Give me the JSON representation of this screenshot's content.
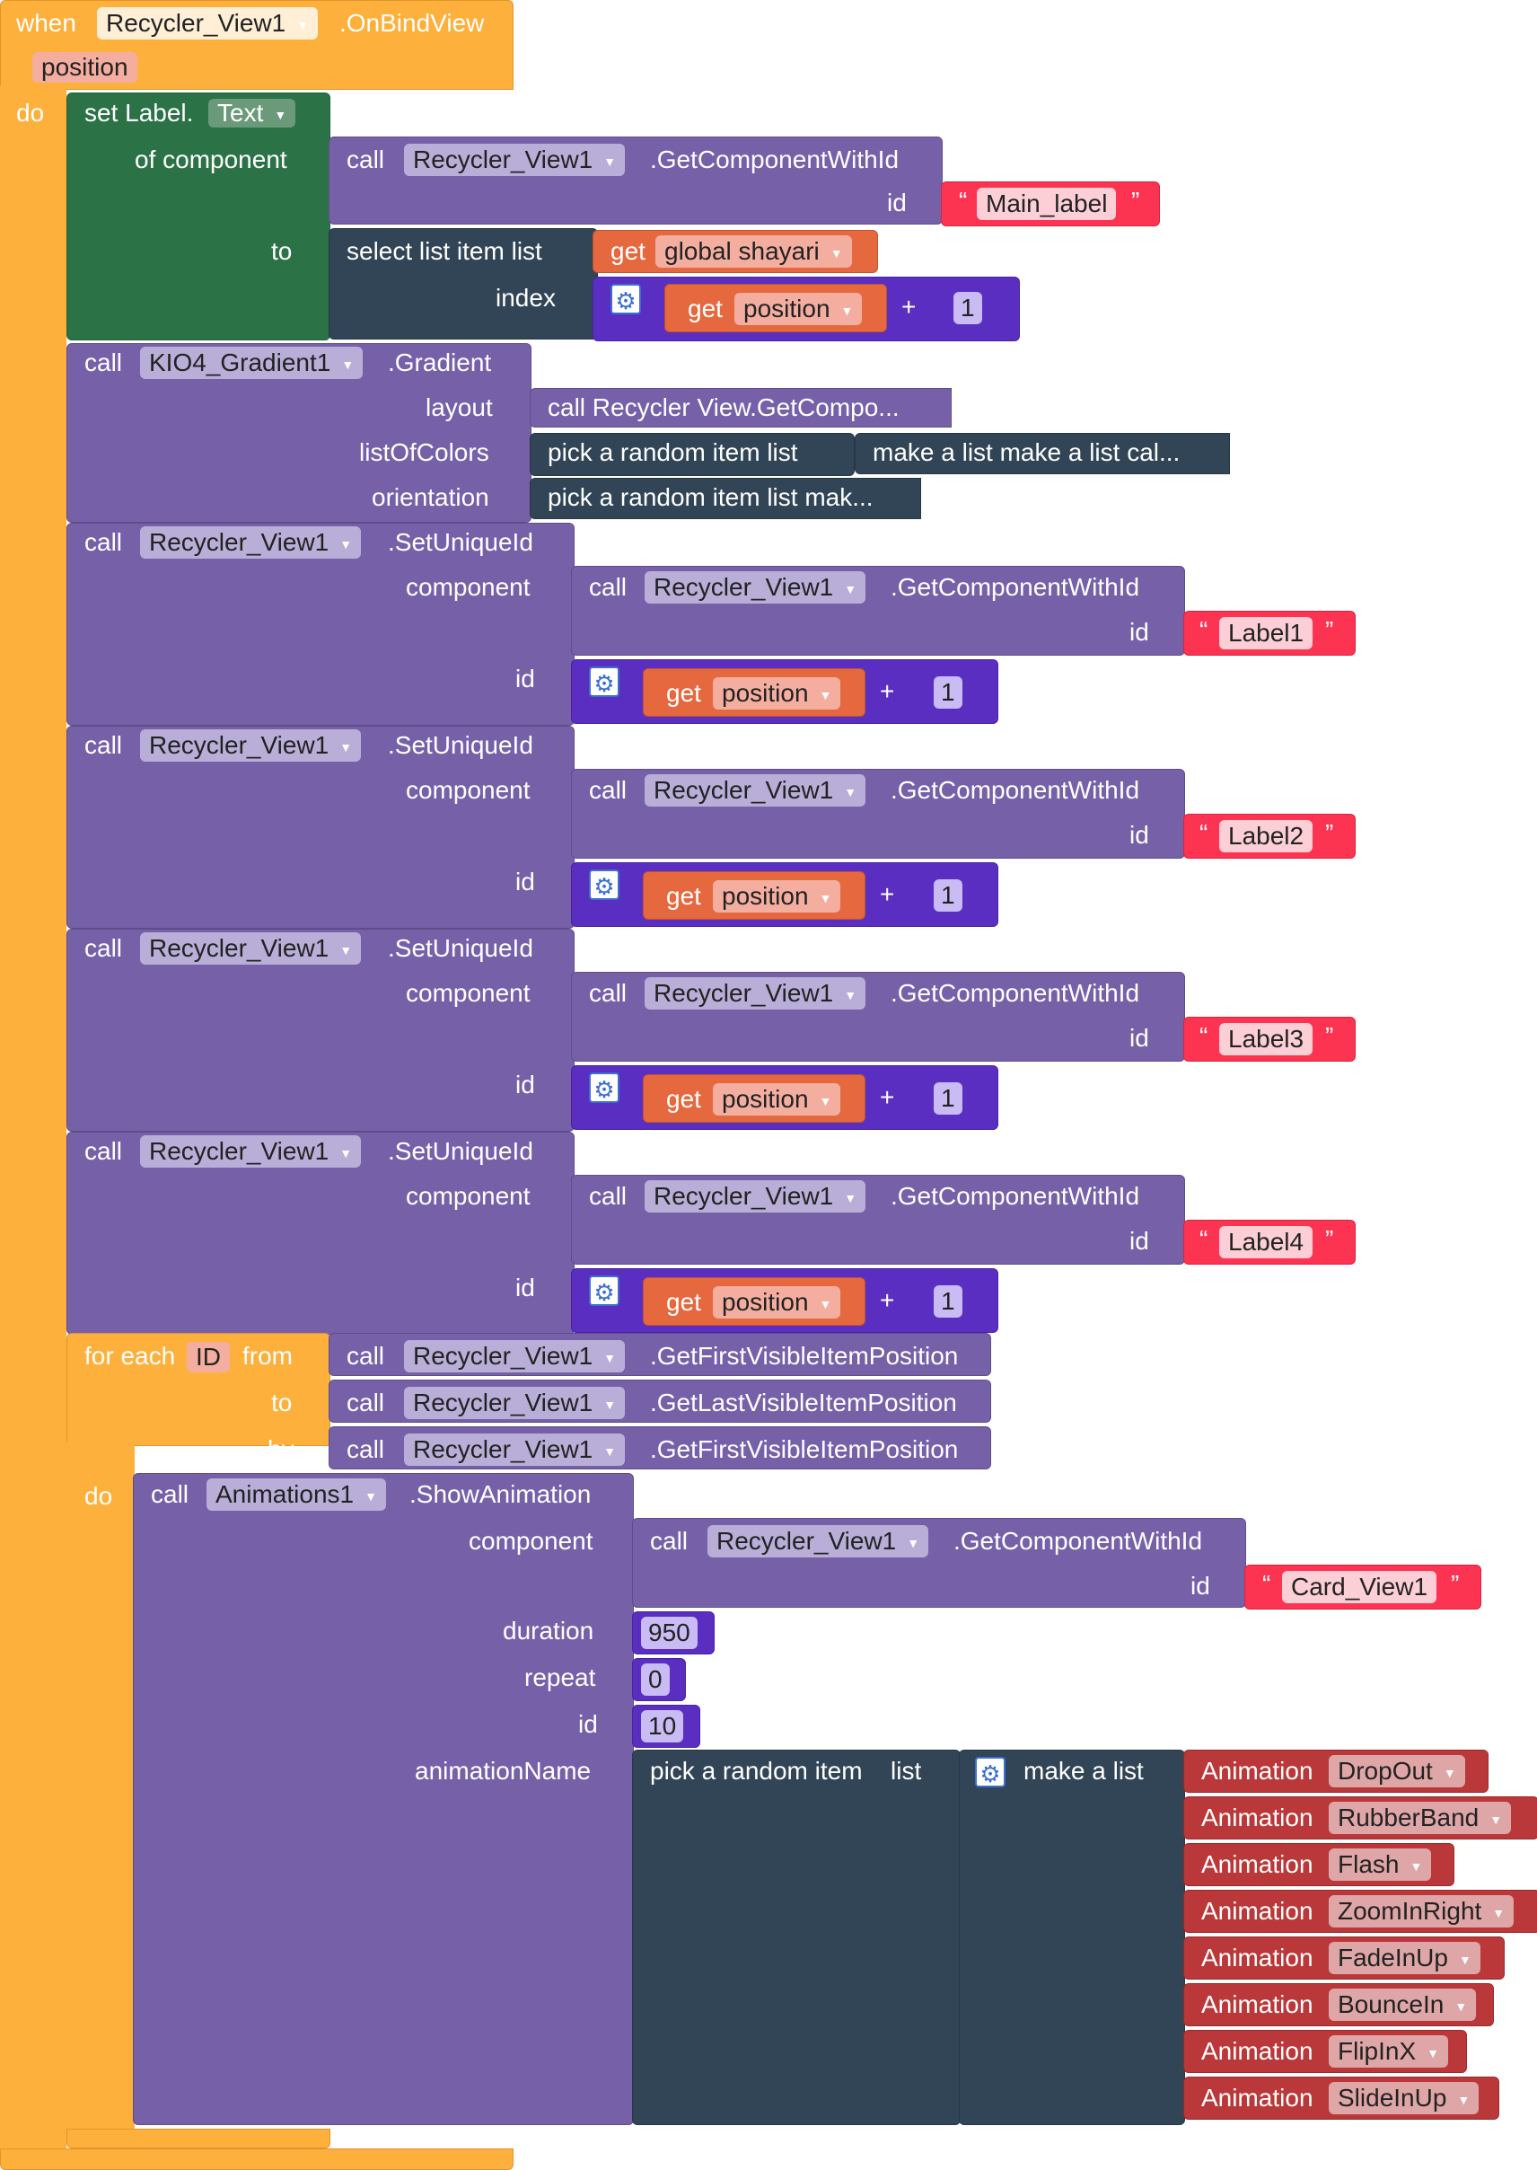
{
  "event": {
    "when": "when",
    "component": "Recycler_View1",
    "event_name": ".OnBindView",
    "param": "position",
    "do": "do"
  },
  "set_label": {
    "prefix": "set Label.",
    "property": "Text",
    "of_component": "of component",
    "to": "to"
  },
  "get_comp_main": {
    "call": "call",
    "component": "Recycler_View1",
    "method": ".GetComponentWithId",
    "id": "id",
    "id_value": "Main_label"
  },
  "select": {
    "label": "select list item list",
    "index": "index",
    "get": "get",
    "var": "global shayari",
    "get2": "get",
    "var2": "position",
    "plus": "+",
    "num": "1"
  },
  "gradient": {
    "call": "call",
    "component": "KIO4_Gradient1",
    "method": ".Gradient",
    "layout": "layout",
    "layout_val": "call Recycler View.GetCompo...",
    "colors": "listOfColors",
    "colors_val1": "pick a random item  list",
    "colors_val2": "make a list make a list cal...",
    "orientation": "orientation",
    "orientation_val": "pick a random item list mak..."
  },
  "set_unique": [
    {
      "call": "call",
      "component": "Recycler_View1",
      "method": ".SetUniqueId",
      "comp_label": "component",
      "call2": "call",
      "component2": "Recycler_View1",
      "method2": ".GetComponentWithId",
      "id": "id",
      "id_value": "Label1",
      "id2": "id",
      "get": "get",
      "var": "position",
      "plus": "+",
      "num": "1"
    },
    {
      "call": "call",
      "component": "Recycler_View1",
      "method": ".SetUniqueId",
      "comp_label": "component",
      "call2": "call",
      "component2": "Recycler_View1",
      "method2": ".GetComponentWithId",
      "id": "id",
      "id_value": "Label2",
      "id2": "id",
      "get": "get",
      "var": "position",
      "plus": "+",
      "num": "1"
    },
    {
      "call": "call",
      "component": "Recycler_View1",
      "method": ".SetUniqueId",
      "comp_label": "component",
      "call2": "call",
      "component2": "Recycler_View1",
      "method2": ".GetComponentWithId",
      "id": "id",
      "id_value": "Label3",
      "id2": "id",
      "get": "get",
      "var": "position",
      "plus": "+",
      "num": "1"
    },
    {
      "call": "call",
      "component": "Recycler_View1",
      "method": ".SetUniqueId",
      "comp_label": "component",
      "call2": "call",
      "component2": "Recycler_View1",
      "method2": ".GetComponentWithId",
      "id": "id",
      "id_value": "Label4",
      "id2": "id",
      "get": "get",
      "var": "position",
      "plus": "+",
      "num": "1"
    }
  ],
  "foreach": {
    "for_each": "for each",
    "var": "ID",
    "from": "from",
    "to": "to",
    "by": "by",
    "do": "do",
    "from_call": {
      "call": "call",
      "component": "Recycler_View1",
      "method": ".GetFirstVisibleItemPosition"
    },
    "to_call": {
      "call": "call",
      "component": "Recycler_View1",
      "method": ".GetLastVisibleItemPosition"
    },
    "by_call": {
      "call": "call",
      "component": "Recycler_View1",
      "method": ".GetFirstVisibleItemPosition"
    }
  },
  "show_anim": {
    "call": "call",
    "component": "Animations1",
    "method": ".ShowAnimation",
    "comp_label": "component",
    "call2": "call",
    "component2": "Recycler_View1",
    "method2": ".GetComponentWithId",
    "id": "id",
    "id_value": "Card_View1",
    "duration": "duration",
    "duration_val": "950",
    "repeat": "repeat",
    "repeat_val": "0",
    "id_label": "id",
    "id_val": "10",
    "anim_name": "animationName",
    "pick": "pick a random item",
    "list": "list",
    "make": "make a list"
  },
  "animations": [
    {
      "label": "Animation",
      "value": "DropOut"
    },
    {
      "label": "Animation",
      "value": "RubberBand"
    },
    {
      "label": "Animation",
      "value": "Flash"
    },
    {
      "label": "Animation",
      "value": "ZoomInRight"
    },
    {
      "label": "Animation",
      "value": "FadeInUp"
    },
    {
      "label": "Animation",
      "value": "BounceIn"
    },
    {
      "label": "Animation",
      "value": "FlipInX"
    },
    {
      "label": "Animation",
      "value": "SlideInUp"
    }
  ],
  "colors": {
    "event": "#fdb03b",
    "set": "#2c7247",
    "call": "#7661a9",
    "list": "#324557",
    "math": "#5b2ec2",
    "variable": "#e6683e",
    "text": "#fc3351",
    "animation": "#ba3839"
  },
  "icons": {
    "mutator": "gear-icon",
    "dropdown": "caret-down-icon"
  }
}
